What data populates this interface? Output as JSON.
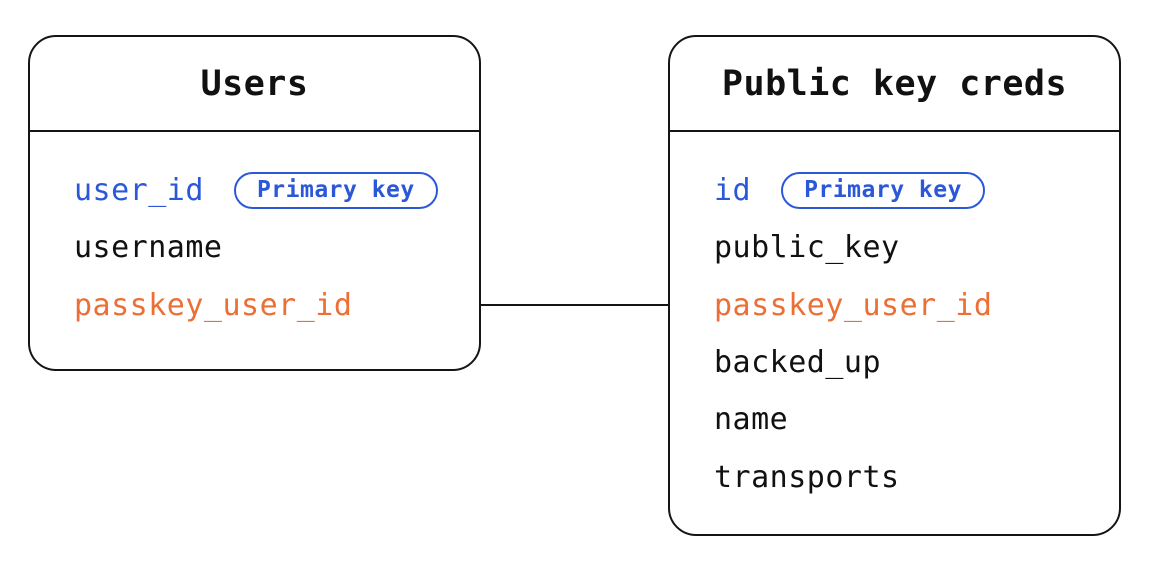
{
  "diagram": {
    "tables": [
      {
        "name": "Users",
        "fields": [
          {
            "label": "user_id",
            "role": "primary-key",
            "badge": "Primary key"
          },
          {
            "label": "username",
            "role": "normal"
          },
          {
            "label": "passkey_user_id",
            "role": "foreign-key"
          }
        ]
      },
      {
        "name": "Public key creds",
        "fields": [
          {
            "label": "id",
            "role": "primary-key",
            "badge": "Primary key"
          },
          {
            "label": "public_key",
            "role": "normal"
          },
          {
            "label": "passkey_user_id",
            "role": "foreign-key"
          },
          {
            "label": "backed_up",
            "role": "normal"
          },
          {
            "label": "name",
            "role": "normal"
          },
          {
            "label": "transports",
            "role": "normal"
          }
        ]
      }
    ],
    "relationship": {
      "from": "Users.passkey_user_id",
      "to": "Public key creds.passkey_user_id"
    },
    "colors": {
      "primary_key_blue": "#2b58d8",
      "link_field_orange": "#ec6f35",
      "text_black": "#111111",
      "border_black": "#151515",
      "background": "#ffffff"
    }
  }
}
